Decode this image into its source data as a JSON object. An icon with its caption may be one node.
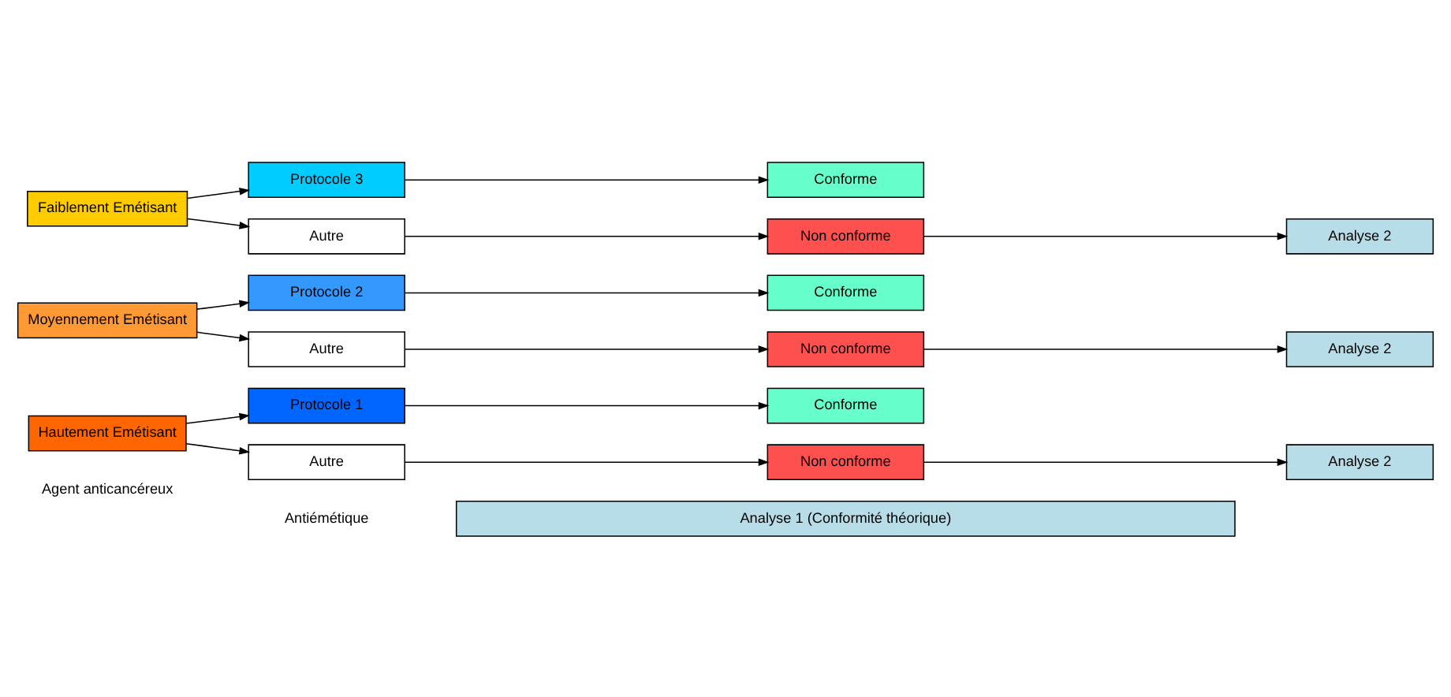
{
  "diagram": {
    "nodes": [
      {
        "text": [
          "Analyse 1 (Conformité théorique)"
        ]
      },
      {
        "text": [
          "Hautement Emétisant"
        ]
      },
      {
        "text": [
          "Protocole 1"
        ]
      },
      {
        "text": [
          "Autre"
        ]
      },
      {
        "text": [
          "Conforme"
        ]
      },
      {
        "text": [
          "Non conforme"
        ]
      },
      {
        "text": [
          "Analyse 2"
        ]
      },
      {
        "text": [
          "Moyennement Emétisant"
        ]
      },
      {
        "text": [
          "Protocole 2"
        ]
      },
      {
        "text": [
          "Autre"
        ]
      },
      {
        "text": [
          "Conforme"
        ]
      },
      {
        "text": [
          "Non conforme"
        ]
      },
      {
        "text": [
          "Analyse 2"
        ]
      },
      {
        "text": [
          "Faiblement Emétisant"
        ]
      },
      {
        "text": [
          "Protocole 3"
        ]
      },
      {
        "text": [
          "Autre"
        ]
      },
      {
        "text": [
          "Conforme"
        ]
      },
      {
        "text": [
          "Non conforme"
        ]
      },
      {
        "text": [
          "Analyse 2"
        ]
      }
    ],
    "edges": [
      {
        "from": 1,
        "to": 2,
        "arrow": "to"
      },
      {
        "from": 1,
        "to": 3,
        "arrow": "to"
      },
      {
        "from": 2,
        "to": 4,
        "arrow": "to"
      },
      {
        "from": 3,
        "to": 5,
        "arrow": "to"
      },
      {
        "from": 5,
        "to": 6,
        "arrow": "to"
      },
      {
        "from": 7,
        "to": 8,
        "arrow": "to"
      },
      {
        "from": 7,
        "to": 9,
        "arrow": "to"
      },
      {
        "from": 8,
        "to": 10,
        "arrow": "to"
      },
      {
        "from": 9,
        "to": 11,
        "arrow": "to"
      },
      {
        "from": 11,
        "to": 12,
        "arrow": "to"
      },
      {
        "from": 13,
        "to": 14,
        "arrow": "to"
      },
      {
        "from": 13,
        "to": 15,
        "arrow": "to"
      },
      {
        "from": 14,
        "to": 16,
        "arrow": "to"
      },
      {
        "from": 15,
        "to": 17,
        "arrow": "to"
      },
      {
        "from": 17,
        "to": 18,
        "arrow": "to"
      }
    ],
    "labels": [
      "Agent anticancéreux",
      "Antiémétique"
    ]
  }
}
